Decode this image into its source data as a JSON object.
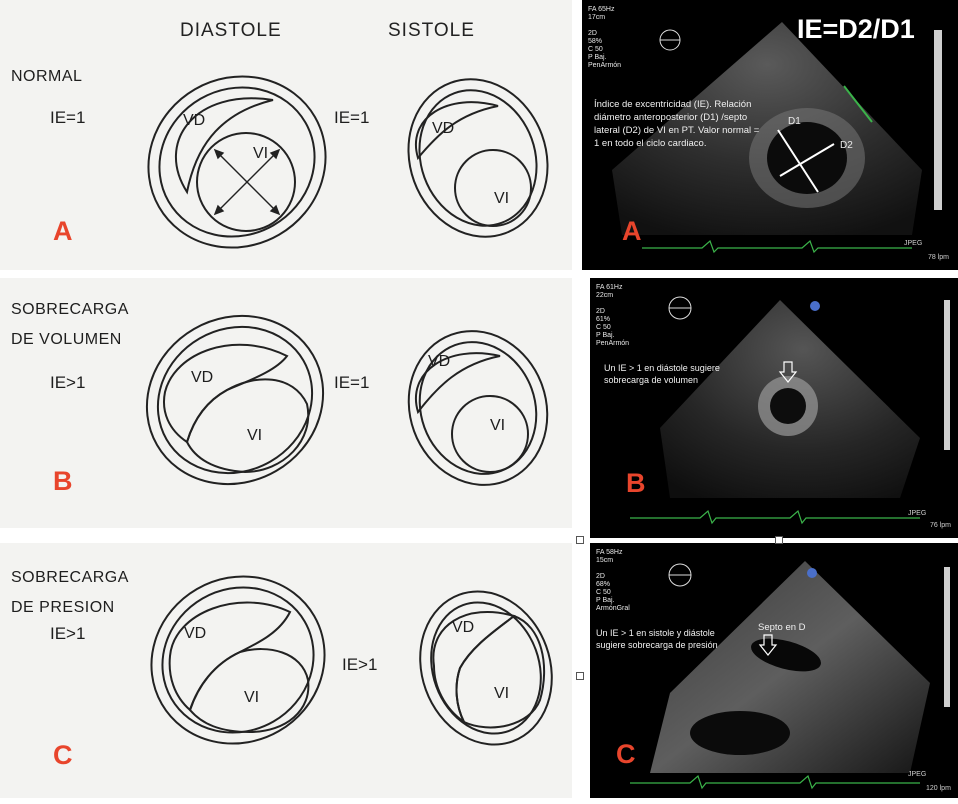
{
  "headers": {
    "diastole": "DIASTOLE",
    "systole": "SISTOLE"
  },
  "rows": [
    {
      "label": [
        "NORMAL"
      ],
      "ie_diastole": "IE=1",
      "ie_systole": "IE=1",
      "letter": "A"
    },
    {
      "label": [
        "SOBRECARGA",
        "DE VOLUMEN"
      ],
      "ie_diastole": "IE>1",
      "ie_systole": "IE=1",
      "letter": "B"
    },
    {
      "label": [
        "SOBRECARGA",
        "DE PRESION"
      ],
      "ie_diastole": "IE>1",
      "ie_systole": "IE>1",
      "letter": "C"
    }
  ],
  "heart_labels": {
    "rv": "VD",
    "lv": "VI"
  },
  "echo": {
    "title": "IE=D2/D1",
    "panels": [
      {
        "letter": "A",
        "settings": "FA 65Hz\n17cm\n\n2D\n58%\nC 50\nP Baj.\nPenArmón",
        "description": "Índice de excentricidad (IE). Relación diámetro anteroposterior (D1) /septo lateral (D2) de VI en PT. Valor normal = 1 en todo el ciclo cardiaco.",
        "d1": "D1",
        "d2": "D2",
        "format": "JPEG",
        "rate": "78 lpm"
      },
      {
        "letter": "B",
        "settings": "FA 61Hz\n22cm\n\n2D\n61%\nC 50\nP Baj.\nPenArmón",
        "description": "Un IE > 1 en diástole sugiere sobrecarga de volumen",
        "format": "JPEG",
        "rate": "76 lpm"
      },
      {
        "letter": "C",
        "settings": "FA 58Hz\n15cm\n\n2D\n68%\nC 50\nP Baj.\nArmónGral",
        "description": "Un IE > 1 en sistole y diástole sugiere sobrecarga de presión",
        "septum": "Septo en D",
        "format": "JPEG",
        "rate": "120 lpm"
      }
    ]
  }
}
